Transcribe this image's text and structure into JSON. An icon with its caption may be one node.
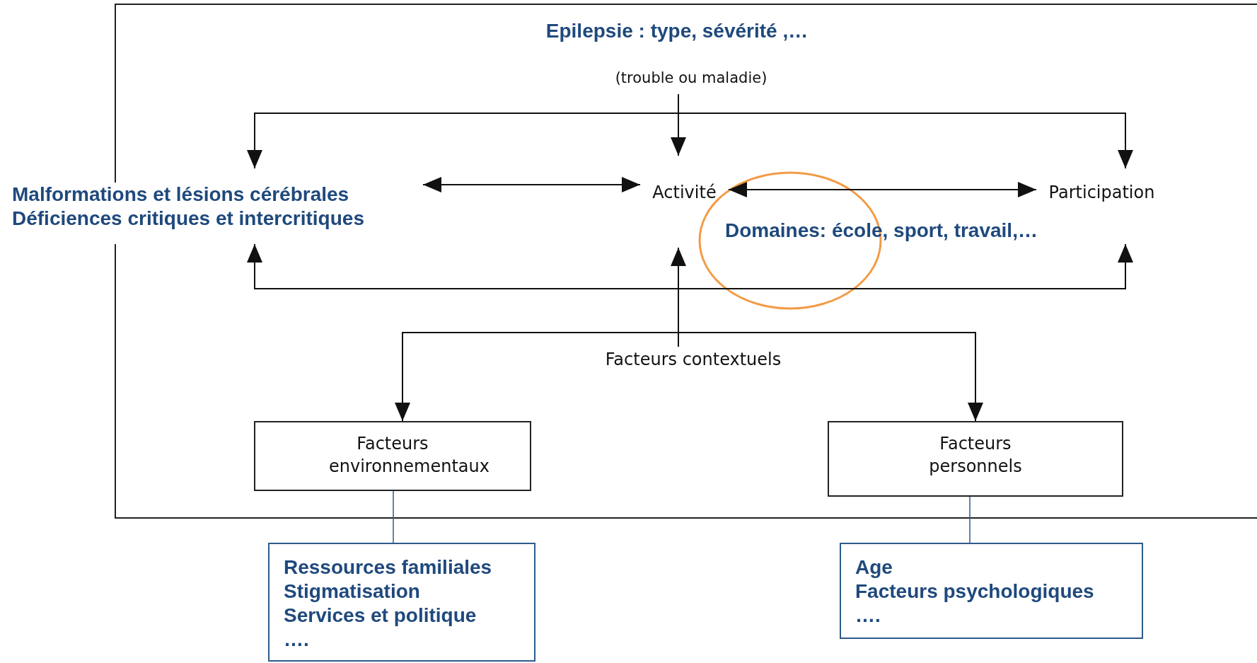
{
  "diagram": {
    "title": "Epilepsie : type, sévérité ,…",
    "nodes": [
      {
        "text": [
          "(trouble ou maladie)"
        ]
      },
      {
        "text": [
          "Malformations et lésions cérébrales",
          "Déficiences critiques et intercritiques"
        ]
      },
      {
        "text": [
          "Activité"
        ]
      },
      {
        "text": [
          "Participation"
        ]
      },
      {
        "text": [
          "Domaines: école, sport, travail,…"
        ]
      },
      {
        "text": [
          "Facteurs contextuels"
        ]
      },
      {
        "text": [
          "Facteurs environnementaux"
        ]
      },
      {
        "text": [
          "Facteurs personnels"
        ]
      },
      {
        "text": [
          "Ressources familiales",
          "Stigmatisation",
          "Services et politique",
          "…."
        ]
      },
      {
        "text": [
          "Age",
          "Facteurs psychologiques",
          "…."
        ]
      }
    ],
    "edges": [
      {
        "from": 0,
        "to": 1,
        "arrow": "to"
      },
      {
        "from": 0,
        "to": 2,
        "arrow": "to"
      },
      {
        "from": 0,
        "to": 3,
        "arrow": "to"
      },
      {
        "from": 1,
        "to": 2,
        "arrow": "both"
      },
      {
        "from": 2,
        "to": 3,
        "arrow": "both"
      },
      {
        "from": 5,
        "to": 1,
        "arrow": "to"
      },
      {
        "from": 5,
        "to": 2,
        "arrow": "to"
      },
      {
        "from": 5,
        "to": 3,
        "arrow": "to"
      },
      {
        "from": 5,
        "to": 6,
        "arrow": "to"
      },
      {
        "from": 5,
        "to": 7,
        "arrow": "to"
      },
      {
        "from": 6,
        "to": 8,
        "arrow": "none",
        "color": "#2e5a8c"
      },
      {
        "from": 7,
        "to": 9,
        "arrow": "none",
        "color": "#2e5a8c"
      }
    ]
  }
}
